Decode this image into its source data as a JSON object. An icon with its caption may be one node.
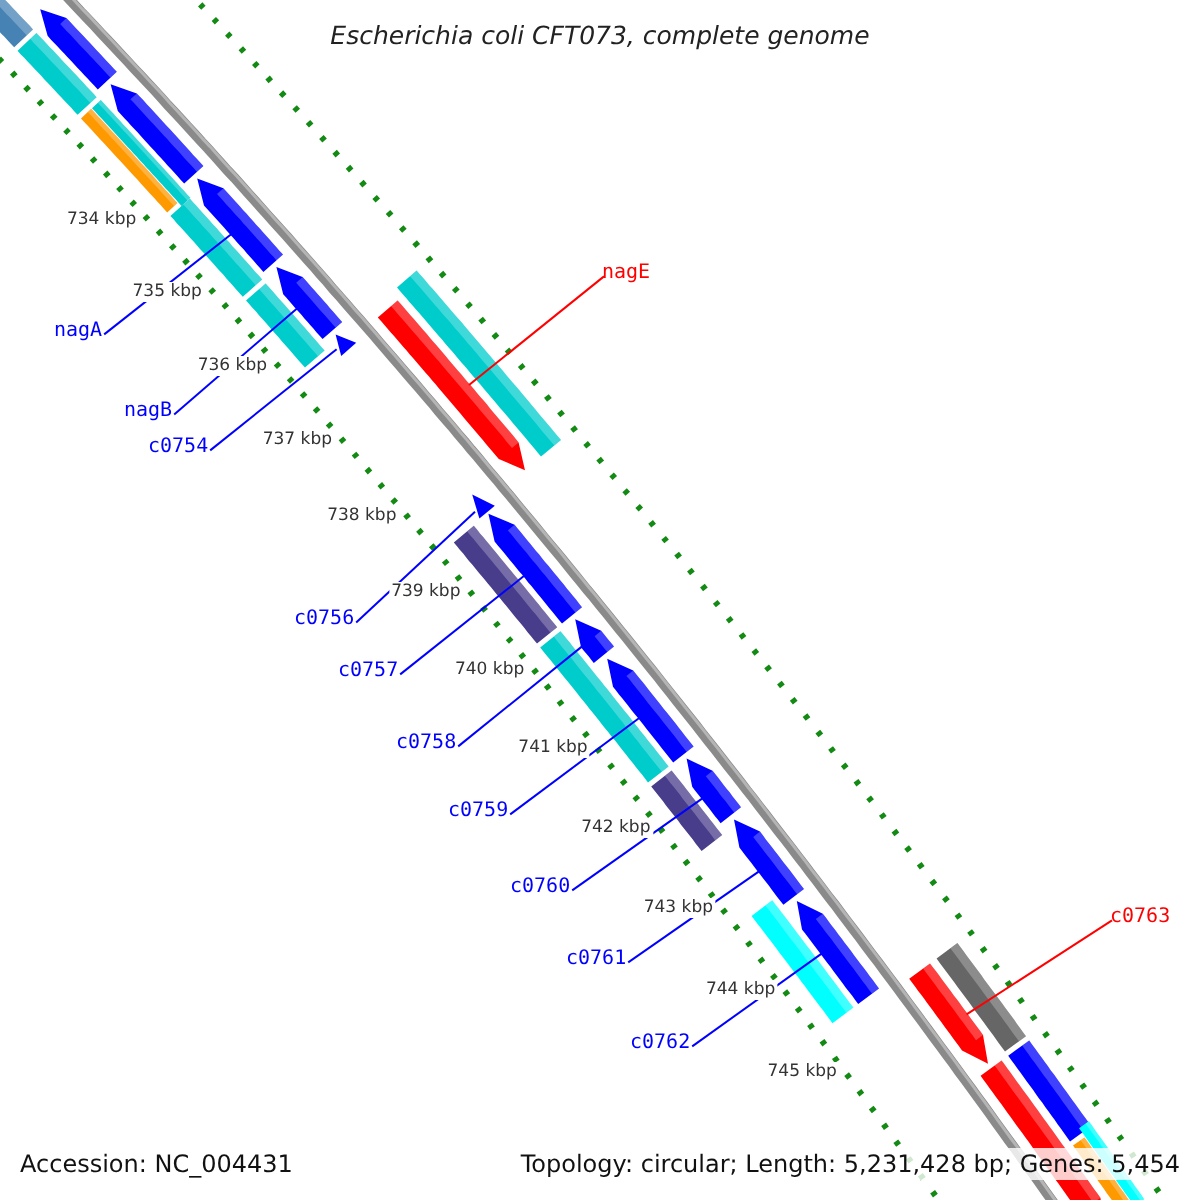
{
  "diagram": {
    "title": "Escherichia coli CFT073, complete genome",
    "nodes": [
      {
        "text": [
          "nagE"
        ]
      },
      {
        "text": [
          "nagA"
        ]
      },
      {
        "text": [
          "nagB"
        ]
      },
      {
        "text": [
          "c0754"
        ]
      },
      {
        "text": [
          "c0756"
        ]
      },
      {
        "text": [
          "c0757"
        ]
      },
      {
        "text": [
          "c0758"
        ]
      },
      {
        "text": [
          "c0759"
        ]
      },
      {
        "text": [
          "c0760"
        ]
      },
      {
        "text": [
          "c0763"
        ]
      },
      {
        "text": [
          "c0761"
        ]
      },
      {
        "text": [
          "c0762"
        ]
      },
      {
        "text": [],
        "shape": "bar"
      },
      {
        "text": [],
        "shape": "bar"
      },
      {
        "text": [],
        "shape": "bar"
      },
      {
        "text": [],
        "shape": "bar"
      },
      {
        "text": [],
        "shape": "bar"
      },
      {
        "text": [],
        "shape": "bar"
      },
      {
        "text": [],
        "shape": "bar"
      },
      {
        "text": [],
        "shape": "bar"
      },
      {
        "text": [],
        "shape": "bar"
      },
      {
        "text": [],
        "shape": "bar"
      },
      {
        "text": [],
        "shape": "bar"
      },
      {
        "text": [],
        "shape": "bar"
      },
      {
        "text": [],
        "shape": "bar"
      },
      {
        "text": [],
        "shape": "bar"
      },
      {
        "text": [],
        "shape": "bar"
      },
      {
        "text": [],
        "shape": "bar"
      },
      {
        "text": [],
        "shape": "bar"
      },
      {
        "text": [],
        "shape": "bar"
      },
      {
        "text": [],
        "shape": "bar"
      },
      {
        "text": [],
        "shape": "bar"
      },
      {
        "text": [],
        "shape": "bar"
      },
      {
        "text": [],
        "shape": "bar"
      },
      {
        "text": [],
        "shape": "bar"
      },
      {
        "text": [],
        "shape": "bar"
      },
      {
        "text": [],
        "shape": "bar"
      },
      {
        "text": [],
        "shape": "bar"
      },
      {
        "text": [],
        "shape": "bar"
      },
      {
        "text": [],
        "shape": "bar"
      },
      {
        "text": [],
        "shape": "bar"
      },
      {
        "text": [],
        "shape": "bar"
      }
    ],
    "edges": [
      {
        "from": 0,
        "to": 24,
        "arrow": "none",
        "color": "#ff0000"
      },
      {
        "from": 1,
        "to": 18,
        "arrow": "none"
      },
      {
        "from": 2,
        "to": 20,
        "arrow": "none"
      },
      {
        "from": 3,
        "to": 22,
        "arrow": "none"
      },
      {
        "from": 4,
        "to": 25,
        "arrow": "none"
      },
      {
        "from": 5,
        "to": 26,
        "arrow": "none"
      },
      {
        "from": 6,
        "to": 28,
        "arrow": "none"
      },
      {
        "from": 7,
        "to": 30,
        "arrow": "none"
      },
      {
        "from": 8,
        "to": 31,
        "arrow": "none"
      },
      {
        "from": 9,
        "to": 36,
        "arrow": "none",
        "color": "#ff0000"
      },
      {
        "from": 10,
        "to": 33,
        "arrow": "none"
      },
      {
        "from": 11,
        "to": 35,
        "arrow": "none"
      }
    ],
    "labels": [
      "734 kbp",
      "735 kbp",
      "736 kbp",
      "737 kbp",
      "738 kbp",
      "739 kbp",
      "740 kbp",
      "741 kbp",
      "742 kbp",
      "743 kbp",
      "744 kbp",
      "745 kbp",
      "Accession: NC_004431",
      "Topology: circular; Length: 5,231,428 bp; Genes: 5,454"
    ]
  }
}
